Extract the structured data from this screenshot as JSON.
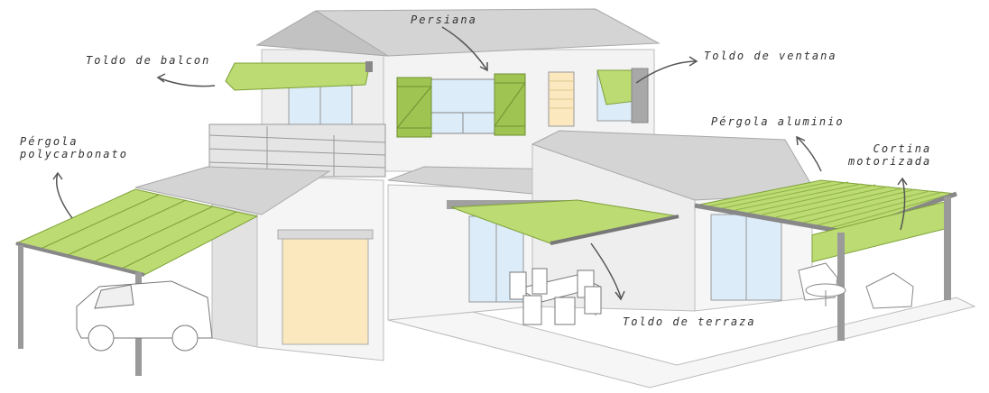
{
  "labels": {
    "toldo_balcon": "Toldo de balcon",
    "persiana": "Persiana",
    "toldo_ventana": "Toldo de ventana",
    "pergola_polycarbonato": "Pérgola\npolycarbonato",
    "pergola_aluminio": "Pérgola aluminio",
    "cortina_motorizada": "Cortina\nmotorizada",
    "toldo_terraza": "Toldo de terraza"
  },
  "colors": {
    "awning_green": "#bcdb72",
    "awning_green_dark": "#9fc451",
    "wall": "#f0f0f0",
    "wall_shade": "#dcdcdc",
    "roof": "#cfcfcf",
    "frame": "#9a9a9a",
    "glass": "#dcecf8",
    "garage_door": "#fbe8bf",
    "arrow": "#555555"
  }
}
